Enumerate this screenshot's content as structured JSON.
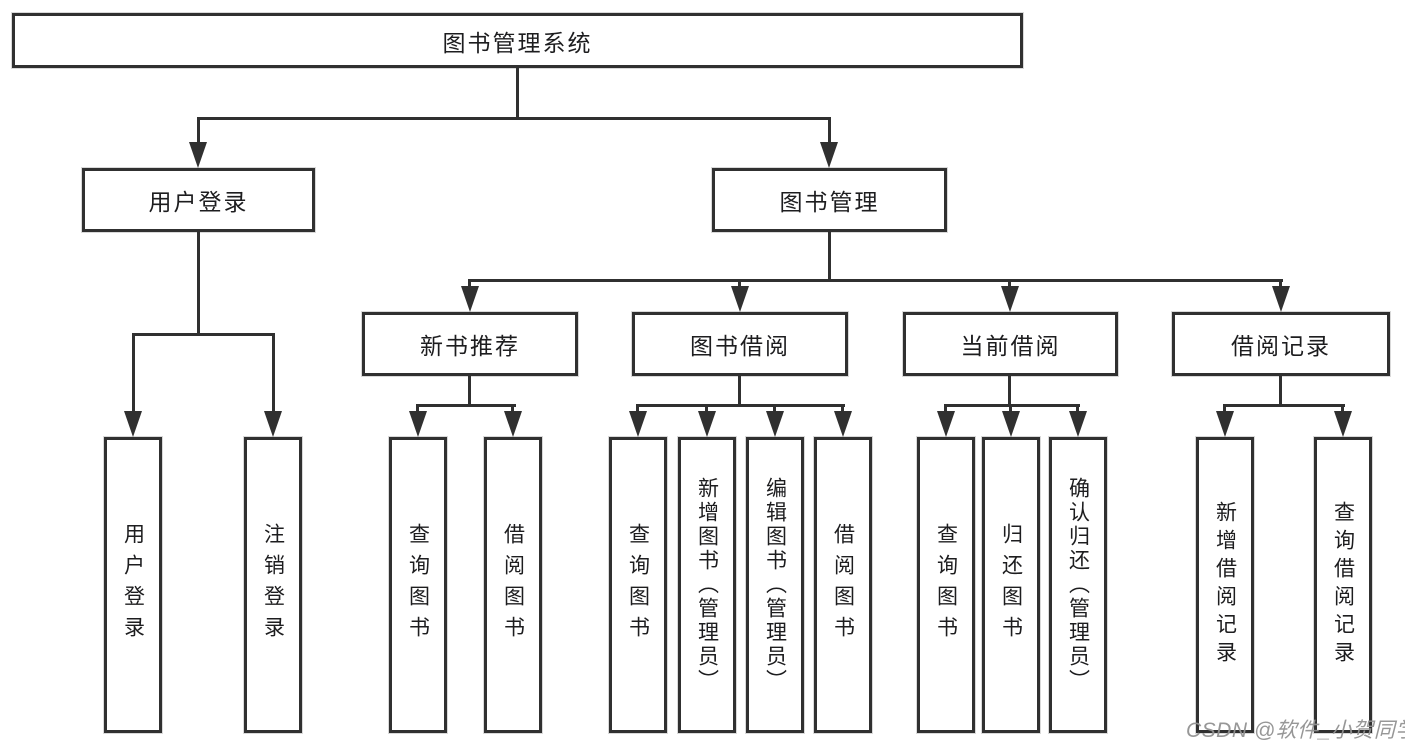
{
  "page": {
    "background": "#ffffff"
  },
  "colors": {
    "box_border": "#303030",
    "connector": "#303030",
    "text": "#1d1d1f",
    "box_fill": "#ffffff",
    "watermark_text": "#919191"
  },
  "diagram": {
    "root": {
      "label": "图书管理系统"
    },
    "branches": [
      {
        "label": "用户登录",
        "children": [
          {
            "label": "用户登录"
          },
          {
            "label": "注销登录"
          }
        ]
      },
      {
        "label": "图书管理",
        "sections": [
          {
            "label": "新书推荐",
            "children": [
              {
                "label": "查询图书"
              },
              {
                "label": "借阅图书"
              }
            ]
          },
          {
            "label": "图书借阅",
            "children": [
              {
                "label": "查询图书"
              },
              {
                "label": "新增图书（管理员）"
              },
              {
                "label": "编辑图书（管理员）"
              },
              {
                "label": "借阅图书"
              }
            ]
          },
          {
            "label": "当前借阅",
            "children": [
              {
                "label": "查询图书"
              },
              {
                "label": "归还图书"
              },
              {
                "label": "确认归还（管理员）"
              }
            ]
          },
          {
            "label": "借阅记录",
            "children": [
              {
                "label": "新增借阅记录"
              },
              {
                "label": "查询借阅记录"
              }
            ]
          }
        ]
      }
    ]
  },
  "watermark": {
    "text": "CSDN @软件_小贺同学"
  }
}
